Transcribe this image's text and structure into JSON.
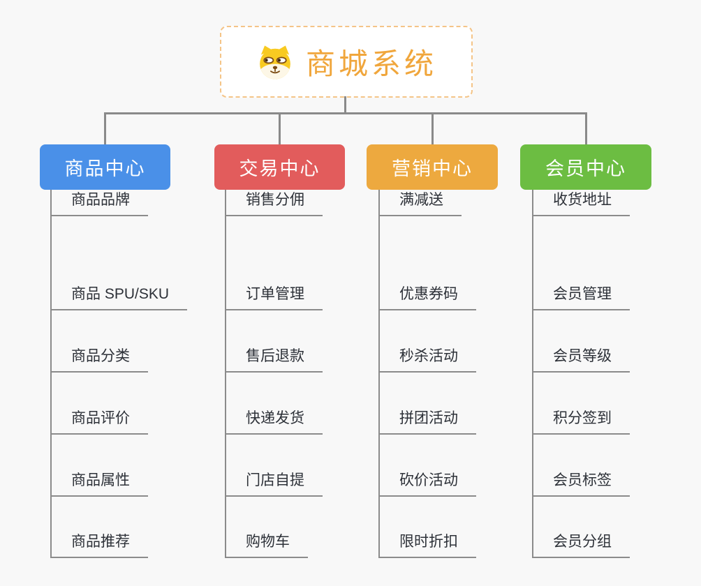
{
  "page": {
    "background_color": "#f8f8f8",
    "connector_color": "#8a8a8a"
  },
  "root": {
    "title": "商城系统",
    "icon": "dog-face-icon",
    "text_color": "#f0a63c",
    "border_color": "#f4c487"
  },
  "branches": [
    {
      "label": "商品中心",
      "color": "#4a90e8",
      "children": [
        "商品 SPU/SKU",
        "商品分类",
        "商品评价",
        "商品属性",
        "商品推荐",
        "商品品牌"
      ]
    },
    {
      "label": "交易中心",
      "color": "#e25c5c",
      "children": [
        "订单管理",
        "售后退款",
        "快递发货",
        "门店自提",
        "购物车",
        "销售分佣"
      ]
    },
    {
      "label": "营销中心",
      "color": "#eda93f",
      "children": [
        "优惠券码",
        "秒杀活动",
        "拼团活动",
        "砍价活动",
        "限时折扣",
        "满减送"
      ]
    },
    {
      "label": "会员中心",
      "color": "#6cbd42",
      "children": [
        "会员管理",
        "会员等级",
        "积分签到",
        "会员标签",
        "会员分组",
        "收货地址"
      ]
    }
  ]
}
